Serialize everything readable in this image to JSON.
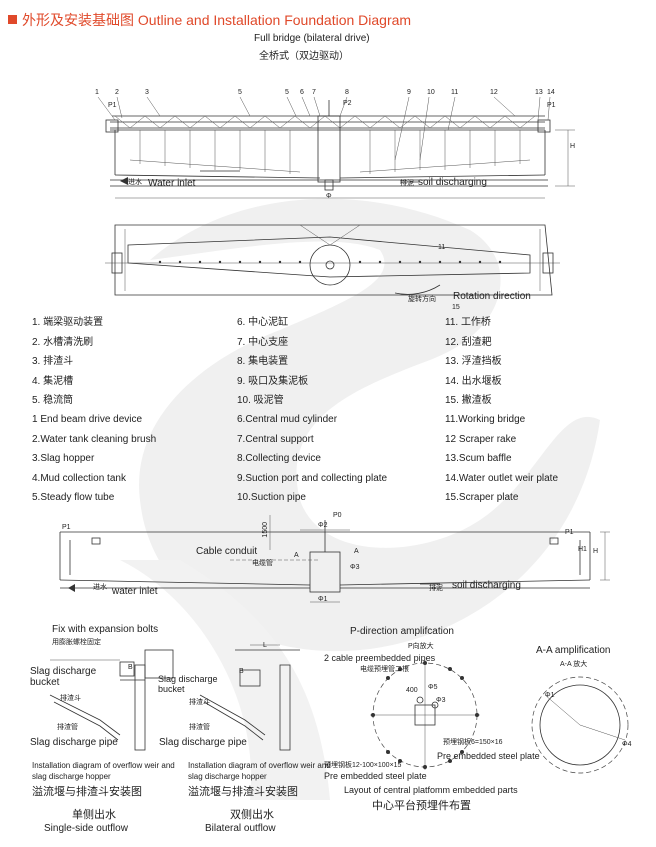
{
  "header": {
    "title": "外形及安装基础图 Outline and Installation Foundation Diagram",
    "subtitle_en": "Full bridge (bilateral drive)",
    "subtitle_cn": "全桥式（双边驱动）"
  },
  "diagram1": {
    "numbers": [
      "1",
      "2",
      "3",
      "5",
      "5",
      "6",
      "7",
      "8",
      "9",
      "10",
      "11",
      "12",
      "13",
      "14"
    ],
    "p1_left": "P1",
    "p1_right": "P1",
    "p2": "P2",
    "inlet_cn": "进水",
    "inlet_en": "Water inlet",
    "discharge_cn": "排泥",
    "discharge_en": "soil discharging",
    "h_label": "H",
    "dia_label": "Φ"
  },
  "diagram2": {
    "num11": "11",
    "num15": "15",
    "rotation_cn": "旋转方向",
    "rotation_en": "Rotation direction"
  },
  "legend_cn": [
    [
      "1. 端梁驱动装置",
      "6. 中心泥缸",
      "11. 工作桥"
    ],
    [
      "2. 水槽清洗刷",
      "7. 中心支座",
      "12. 刮渣耙"
    ],
    [
      "3. 排渣斗",
      "8. 集电装置",
      "13. 浮渣挡板"
    ],
    [
      " 4. 集泥槽",
      "9. 吸口及集泥板",
      "14. 出水堰板"
    ],
    [
      "5. 稳流筒",
      "10. 吸泥管",
      "15. 撇渣板"
    ]
  ],
  "legend_en": [
    [
      "1 End beam drive device",
      "6.Central mud cylinder",
      "11.Working bridge"
    ],
    [
      "2.Water tank cleaning brush",
      "7.Central support",
      "12 Scraper rake"
    ],
    [
      "3.Slag hopper",
      "8.Collecting device",
      "13.Scum baffle"
    ],
    [
      "4.Mud collection tank",
      "9.Suction port and collecting plate",
      "14.Water outlet weir plate"
    ],
    [
      "5.Steady flow tube",
      "10.Suction pipe",
      "15.Scraper plate"
    ]
  ],
  "diagram3": {
    "p1_left": "P1",
    "p1_right": "P1",
    "p0": "P0",
    "phi2": "Φ2",
    "phi3": "Φ3",
    "phi1": "Φ1",
    "dim1500": "1500",
    "h1": "H1",
    "h": "H",
    "a_left": "A",
    "a_right": "A",
    "cable_en": "Cable conduit",
    "cable_cn": "电缆管",
    "inlet_cn": "进水",
    "inlet_en": "water inlet",
    "discharge_cn": "排泥",
    "discharge_en": "soil discharging"
  },
  "diagram4": {
    "fix_en": "Fix with expansion bolts",
    "fix_cn": "用膨胀螺栓固定",
    "slag_bucket_en": "Slag discharge bucket",
    "slag_bucket_cn": "排渣斗",
    "slag_pipe_cn": "排渣管",
    "slag_pipe_en": "Slag discharge pipe",
    "b_label": "B",
    "cap_en": "Installation diagram of overflow weir and slag discharge hopper",
    "cap_cn": "溢流堰与排渣斗安装图",
    "side_cn": "单侧出水",
    "side_en": "Single-side outflow"
  },
  "diagram5": {
    "l_label": "L",
    "b_label": "B",
    "slag_bucket_en": "Slag discharge bucket",
    "slag_bucket_cn": "排渣斗",
    "slag_pipe_cn": "排渣管",
    "slag_pipe_en": "Slag discharge pipe",
    "cap_en": "Installation diagram of overflow weir and slag discharge hopper",
    "cap_cn": "溢流堰与排渣斗安装图",
    "side_cn": "双侧出水",
    "side_en": "Bilateral outflow"
  },
  "diagram6": {
    "title_en": "P-direction amplifcation",
    "title_cn": "P向放大",
    "pipes_en": "2 cable preembedded pipes",
    "pipes_cn": "电缆预埋管二根",
    "dim400": "400",
    "phi5": "Φ5",
    "phi3": "Φ3",
    "plate1_cn": "预埋钢板6=150×16",
    "plate1_en": "Pre embedded steel plate",
    "plate2_cn": "预埋钢板12-100×100×15",
    "plate2_en": "Pre embedded steel plate",
    "layout_en": "Layout of central platfomm embedded parts",
    "layout_cn": "中心平台预埋件布置"
  },
  "diagram7": {
    "title_en": "A-A amplification",
    "title_cn": "A-A  放大",
    "phi1": "Φ1",
    "phi4": "Φ4"
  }
}
